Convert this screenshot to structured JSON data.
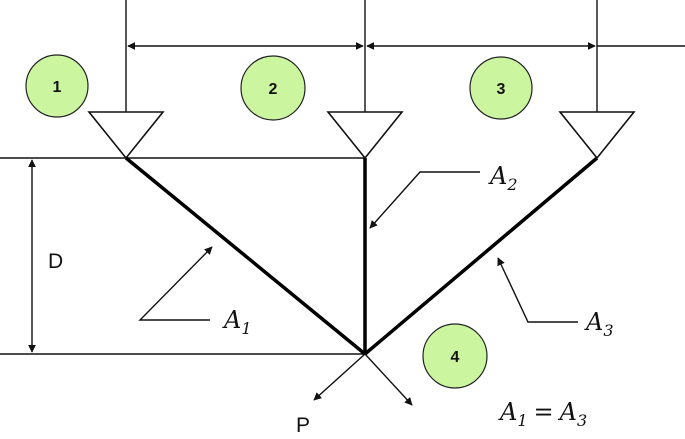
{
  "nodes": {
    "n1": "1",
    "n2": "2",
    "n3": "3",
    "n4": "4"
  },
  "dimension": {
    "label": "D"
  },
  "bars": {
    "a1": {
      "base": "A",
      "sub": "1"
    },
    "a2": {
      "base": "A",
      "sub": "2"
    },
    "a3": {
      "base": "A",
      "sub": "3"
    }
  },
  "load": {
    "label": "P"
  },
  "equation": {
    "lhs_base": "A",
    "lhs_sub": "1",
    "op": "=",
    "rhs_base": "A",
    "rhs_sub": "3"
  },
  "colors": {
    "node_fill": "#ccf5a0",
    "line": "#111111",
    "background": "#ffffff"
  }
}
